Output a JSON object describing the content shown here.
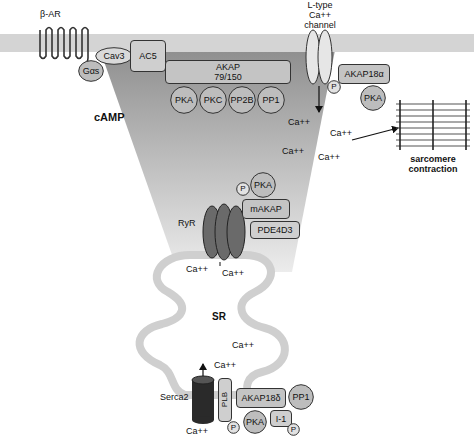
{
  "diagram": {
    "nodes": [
      {
        "text": [
          "Gαs"
        ]
      },
      {
        "text": [
          "Cav3"
        ]
      },
      {
        "text": [
          "AC5"
        ]
      },
      {
        "text": [
          "AKAP 79/150"
        ]
      },
      {
        "text": [
          "PKA"
        ]
      },
      {
        "text": [
          "PKC"
        ]
      },
      {
        "text": [
          "PP2B"
        ]
      },
      {
        "text": [
          "PP1"
        ]
      },
      {
        "text": [
          "P"
        ]
      },
      {
        "text": [
          "AKAP18α"
        ]
      },
      {
        "text": [
          "PKA"
        ]
      },
      {
        "text": [
          "P"
        ]
      },
      {
        "text": [
          "PKA"
        ]
      },
      {
        "text": [
          "mAKAP"
        ]
      },
      {
        "text": [
          "PDE4D3"
        ]
      },
      {
        "text": [
          "PLB"
        ]
      },
      {
        "text": [
          "P"
        ]
      },
      {
        "text": [
          "AKAP18δ"
        ]
      },
      {
        "text": [
          "PP1"
        ]
      },
      {
        "text": [
          "PKA"
        ]
      },
      {
        "text": [
          "I-1"
        ]
      },
      {
        "text": [
          "P"
        ]
      }
    ],
    "labels": [
      "β-AR",
      "L-type Ca++ channel",
      "cAMP",
      "Ca++",
      "Ca++",
      "Ca++",
      "Ca++",
      "sarcomere contraction",
      "RyR",
      "Ca++",
      "Ca++",
      "SR",
      "Ca++",
      "Ca++",
      "Serca2",
      "Ca++"
    ]
  }
}
